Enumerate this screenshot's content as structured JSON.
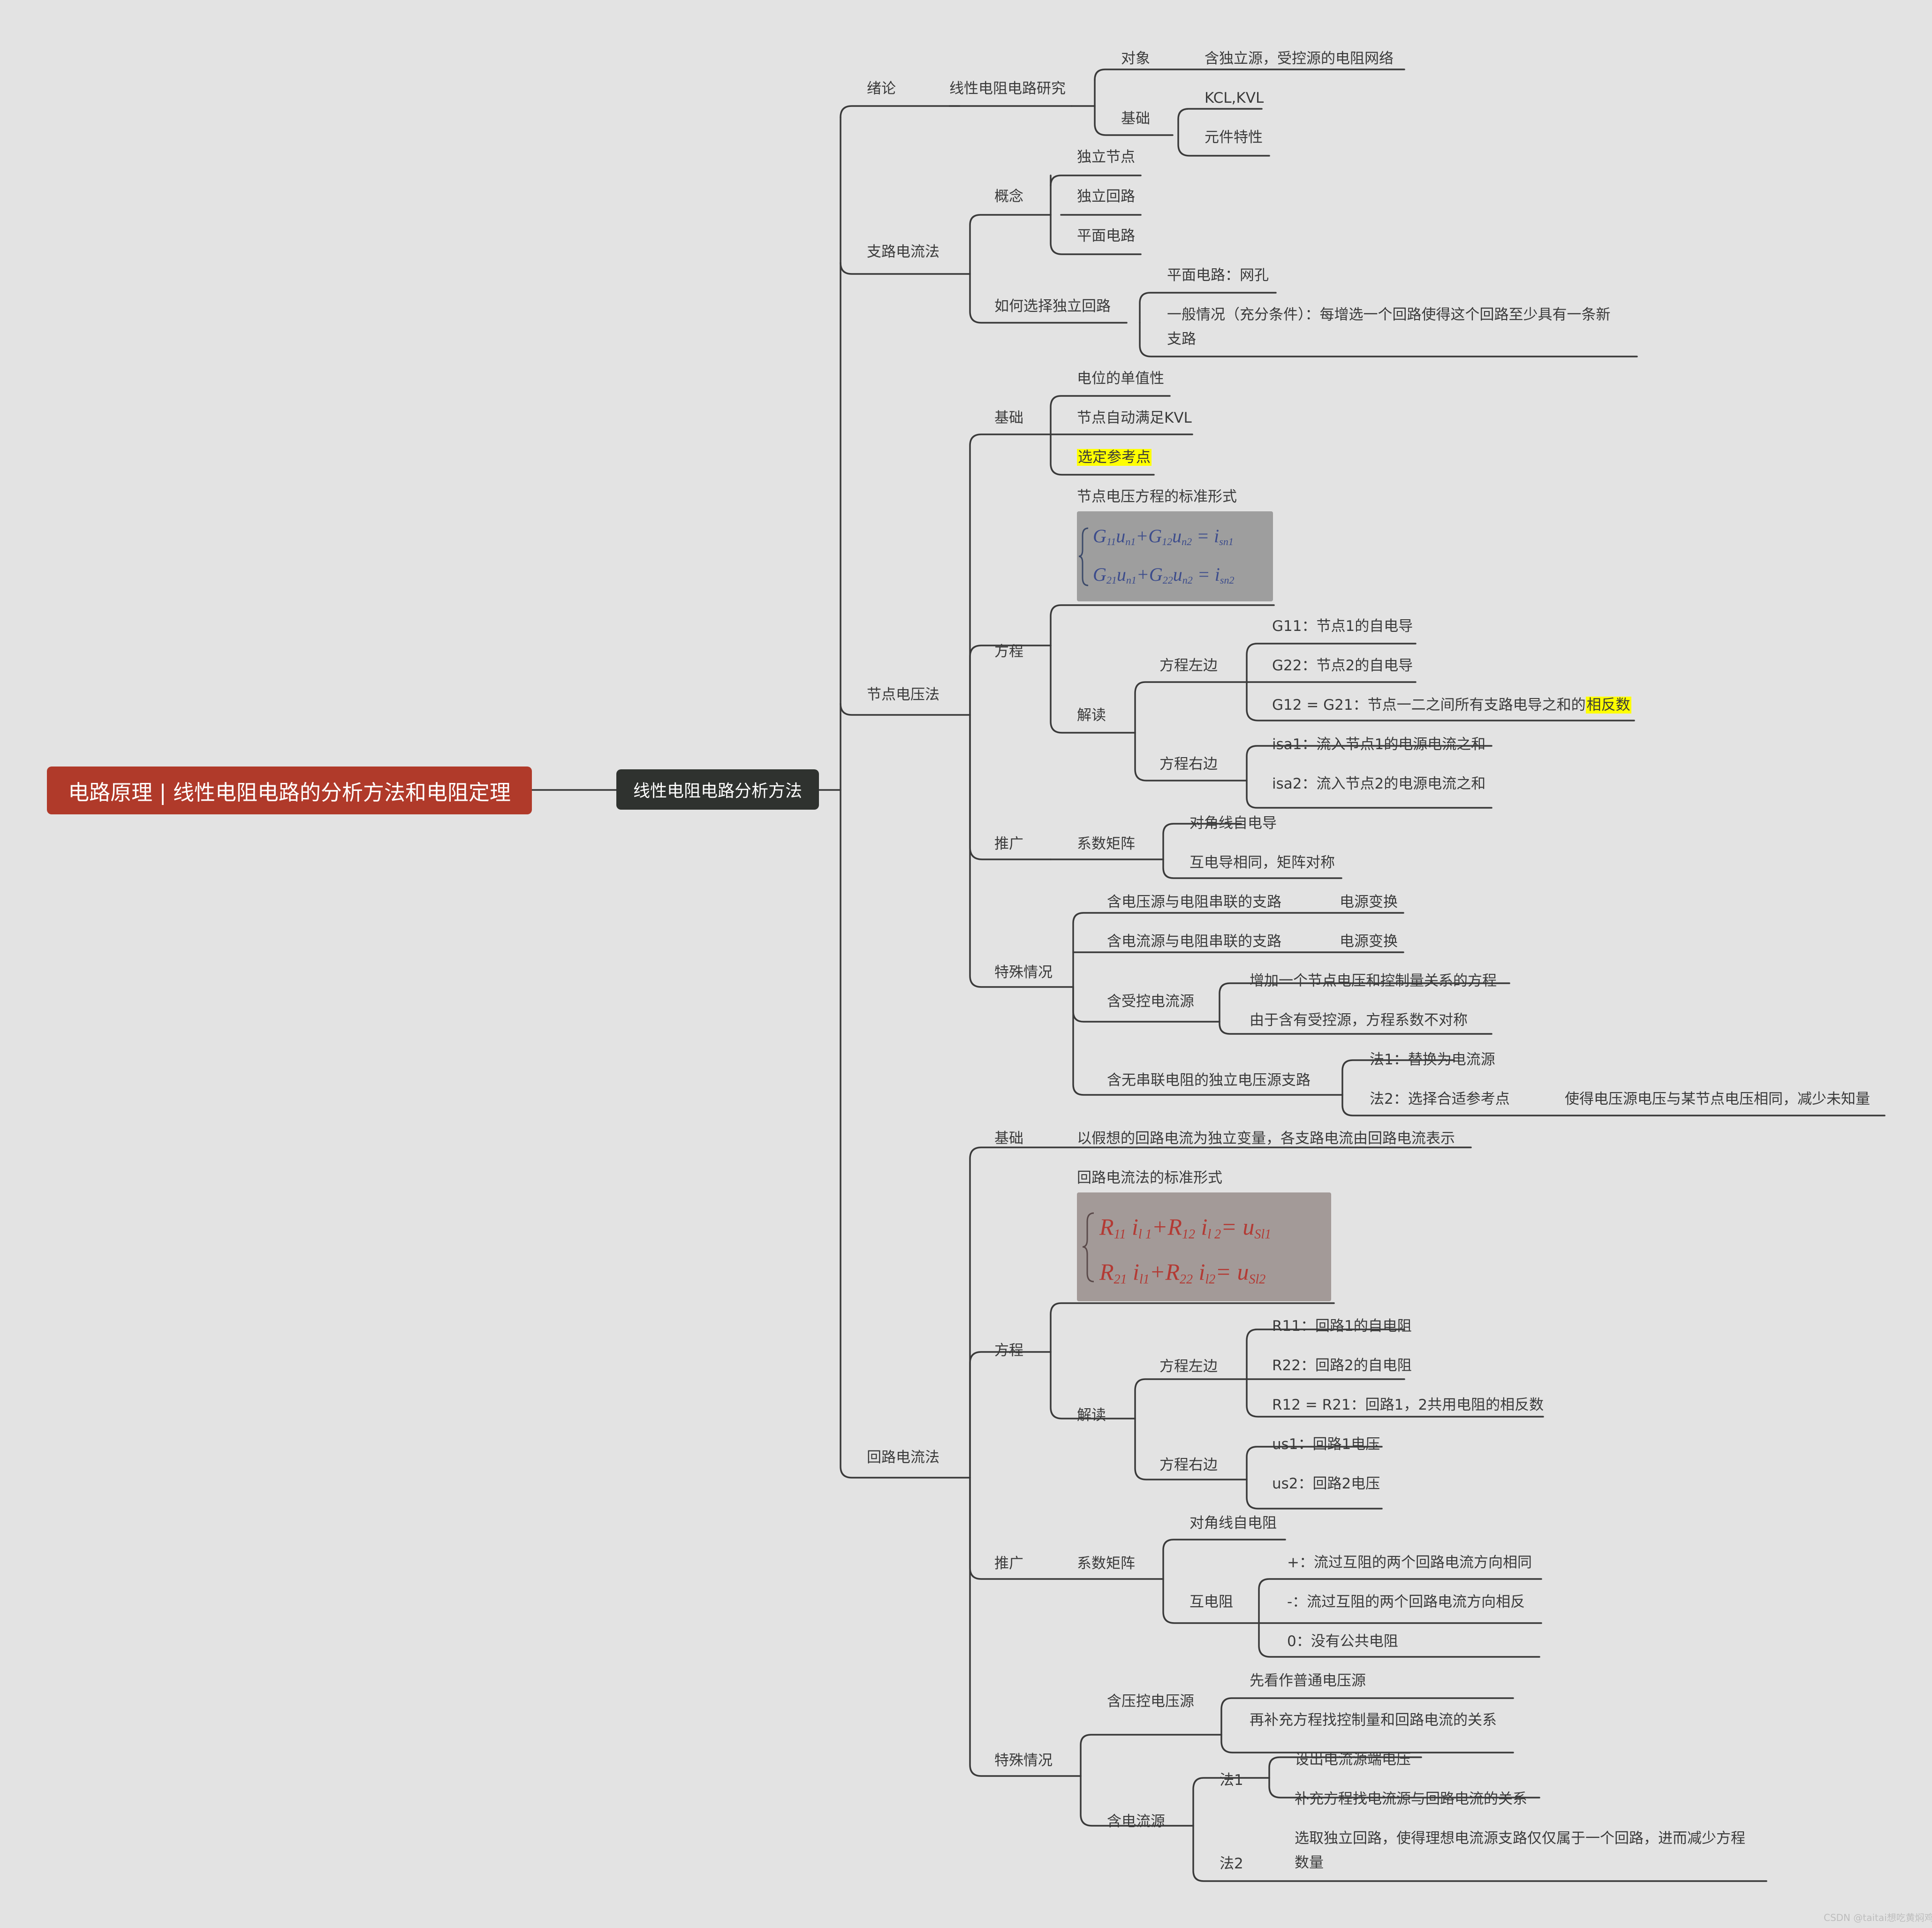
{
  "root": {
    "title": "电路原理 | 线性电阻电路的分析方法和电阻定理"
  },
  "main": {
    "title": "线性电阻电路分析方法"
  },
  "intro": {
    "label": "绪论",
    "topic": "线性电阻电路研究",
    "object_label": "对象",
    "object_value": "含独立源，受控源的电阻网络",
    "basis_label": "基础",
    "basis_items": [
      "KCL,KVL",
      "元件特性"
    ]
  },
  "branch": {
    "label": "支路电流法",
    "concept_label": "概念",
    "concepts": [
      "独立节点",
      "独立回路",
      "平面电路"
    ],
    "choose_label": "如何选择独立回路",
    "choose_items": [
      "平面电路：网孔",
      "一般情况（充分条件）：每增选一个回路使得这个回路至少具有一条新",
      "支路"
    ]
  },
  "node": {
    "label": "节点电压法",
    "basis_label": "基础",
    "basis_items": [
      "电位的单值性",
      "节点自动满足KVL",
      "选定参考点"
    ],
    "equation_label": "方程",
    "standard_form": "节点电压方程的标准形式",
    "formula": {
      "l1a": "G",
      "l1b": "11",
      "l1c": "u",
      "l1d": "n1",
      "l1e": "+G",
      "l1f": "12",
      "l1g": "u",
      "l1h": "n2",
      "l1i": " = i",
      "l1j": "sn1",
      "l2a": "G",
      "l2b": "21",
      "l2c": "u",
      "l2d": "n1",
      "l2e": "+G",
      "l2f": "22",
      "l2g": "u",
      "l2h": "n2",
      "l2i": " = i",
      "l2j": "sn2"
    },
    "interpret_label": "解读",
    "left_label": "方程左边",
    "left_items": [
      "G11：节点1的自电导",
      "G22：节点2的自电导",
      "G12 = G21：节点一二之间所有支路电导之和的"
    ],
    "left_highlight": "相反数",
    "right_label": "方程右边",
    "right_items": [
      "isa1：流入节点1的电源电流之和",
      "isa2：流入节点2的电源电流之和"
    ],
    "general_label": "推广",
    "matrix_label": "系数矩阵",
    "matrix_items": [
      "对角线自电导",
      "互电导相同，矩阵对称"
    ],
    "special_label": "特殊情况",
    "sp1": "含电压源与电阻串联的支路",
    "sp1_v": "电源变换",
    "sp2": "含电流源与电阻串联的支路",
    "sp2_v": "电源变换",
    "sp3": "含受控电流源",
    "sp3_items": [
      "增加一个节点电压和控制量关系的方程",
      "由于含有受控源，方程系数不对称"
    ],
    "sp4": "含无串联电阻的独立电压源支路",
    "sp4_m1": "法1：替换为电流源",
    "sp4_m2": "法2：选择合适参考点",
    "sp4_m2_v": "使得电压源电压与某节点电压相同，减少未知量"
  },
  "loop": {
    "label": "回路电流法",
    "basis_label": "基础",
    "basis_value": "以假想的回路电流为独立变量，各支路电流由回路电流表示",
    "equation_label": "方程",
    "standard_form": "回路电流法的标准形式",
    "formula": {
      "l1a": "R",
      "l1b": "11",
      "l1c": " i",
      "l1d": "l 1",
      "l1e": "+R",
      "l1f": "12",
      "l1g": " i",
      "l1h": "l 2",
      "l1i": "= u",
      "l1j": "Sl1",
      "l2a": "R",
      "l2b": "21",
      "l2c": " i",
      "l2d": "l1",
      "l2e": "+R",
      "l2f": "22",
      "l2g": " i",
      "l2h": "l2",
      "l2i": "= u",
      "l2j": "Sl2"
    },
    "interpret_label": "解读",
    "left_label": "方程左边",
    "left_items": [
      "R11：回路1的自电阻",
      "R22：回路2的自电阻",
      "R12 = R21：回路1，2共用电阻的相反数"
    ],
    "right_label": "方程右边",
    "right_items": [
      "us1：回路1电压",
      "us2：回路2电压"
    ],
    "general_label": "推广",
    "matrix_label": "系数矩阵",
    "diag": "对角线自电阻",
    "mutual_label": "互电阻",
    "mutual_items": [
      "+：流过互阻的两个回路电流方向相同",
      "-：流过互阻的两个回路电流方向相反",
      "0：没有公共电阻"
    ],
    "special_label": "特殊情况",
    "sp1": "含压控电压源",
    "sp1_items": [
      "先看作普通电压源",
      "再补充方程找控制量和回路电流的关系"
    ],
    "sp2": "含电流源",
    "m1_label": "法1",
    "m1_items": [
      "设出电流源端电压",
      "补充方程找电流源与回路电流的关系"
    ],
    "m2_label": "法2",
    "m2_items": [
      "选取独立回路，使得理想电流源支路仅仅属于一个回路，进而减少方程",
      "数量"
    ]
  },
  "watermark": "CSDN @taitai想吃黄焖鸡",
  "colors": {
    "root_bg": "#b03a2a",
    "main_bg": "#2f322f",
    "line": "#3a3a3a",
    "highlight": "#ffff00",
    "canvas": "#e3e3e3"
  }
}
